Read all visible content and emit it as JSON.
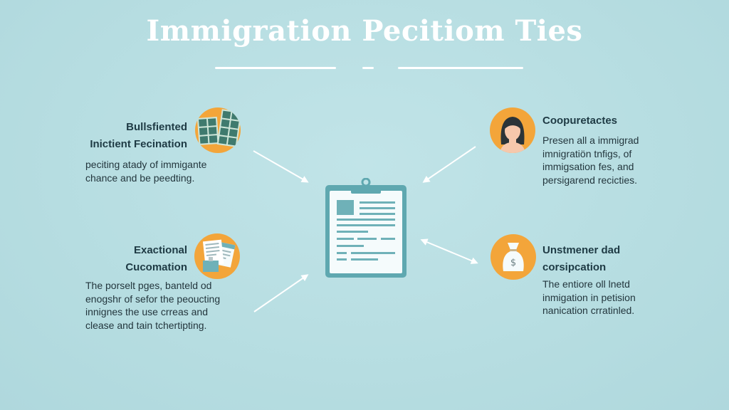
{
  "header": {
    "title": "Immigration Pecitiom Ties"
  },
  "colors": {
    "background": "#b9dfe3",
    "accent_orange": "#f3a53a",
    "teal": "#5fa8b0",
    "heading_text": "#1e3a44",
    "body_text": "#23363d",
    "title_text": "#ffffff"
  },
  "center": {
    "icon": "clipboard-document-icon"
  },
  "panels": {
    "top_left": {
      "icon": "building-windows-icon",
      "heading_line1": "Bullsfiented",
      "heading_line2": "Inictient Fecination",
      "body_line1": "peciting atady of immigante",
      "body_line2": "chance and be peedting."
    },
    "top_right": {
      "icon": "person-avatar-icon",
      "heading_line1": "Coopuretactes",
      "body_line1": "Presen all a immigrad",
      "body_line2": "imnigratiön tnfigs, of",
      "body_line3": "immigsation fes, and",
      "body_line4": "persigarend recicties."
    },
    "bottom_left": {
      "icon": "documents-stack-icon",
      "heading_line1": "Exactional",
      "heading_line2": "Cucomation",
      "body_line1": "The porselt pges, banteld od",
      "body_line2": "enogshr of sefor the peoucting",
      "body_line3": "innignes the use crreas and",
      "body_line4": "clease and tain tchertipting."
    },
    "bottom_right": {
      "icon": "money-bag-icon",
      "heading_line1": "Unstmener dad",
      "heading_line2": "corsipcation",
      "body_line1": "The entiore oll lnetd",
      "body_line2": "inmigation in petision",
      "body_line3": "nanication crratinled."
    }
  },
  "arrows": [
    {
      "from": "top-left",
      "direction": "toward-center"
    },
    {
      "from": "top-right",
      "direction": "toward-center"
    },
    {
      "from": "bottom-left",
      "direction": "toward-center"
    },
    {
      "from": "center",
      "direction": "bidirectional-bottom-right"
    }
  ]
}
